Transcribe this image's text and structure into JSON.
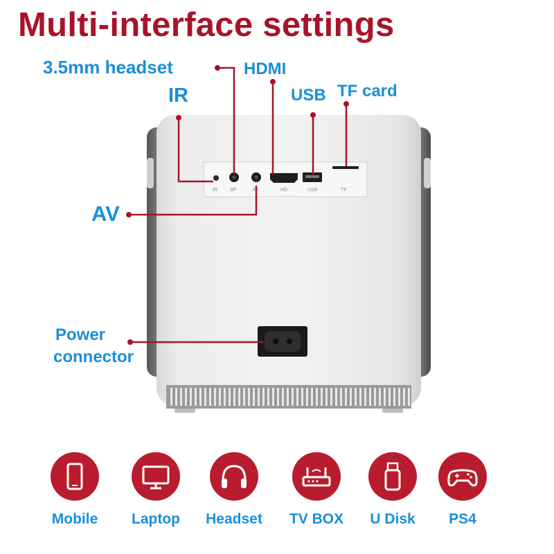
{
  "title": "Multi-interface settings",
  "callouts": {
    "headset": "3.5mm headset",
    "hdmi": "HDMI",
    "ir": "IR",
    "usb": "USB",
    "tf": "TF card",
    "av": "AV",
    "power_line1": "Power",
    "power_line2": "connector"
  },
  "panel_labels": {
    "ir": "IR",
    "sp": "SP",
    "av": "AV",
    "hd": "HD",
    "usb": "USB",
    "tf": "TF"
  },
  "devices": [
    {
      "label": "Mobile",
      "icon": "mobile-icon"
    },
    {
      "label": "Laptop",
      "icon": "monitor-icon"
    },
    {
      "label": "Headset",
      "icon": "headphones-icon"
    },
    {
      "label": "TV BOX",
      "icon": "router-icon"
    },
    {
      "label": "U Disk",
      "icon": "usb-drive-icon"
    },
    {
      "label": "PS4",
      "icon": "gamepad-icon"
    }
  ],
  "colors": {
    "title": "#a8132a",
    "callout_text": "#1a8fd8",
    "leader_line": "#a8132a",
    "icon_circle": "#b91c2e"
  }
}
